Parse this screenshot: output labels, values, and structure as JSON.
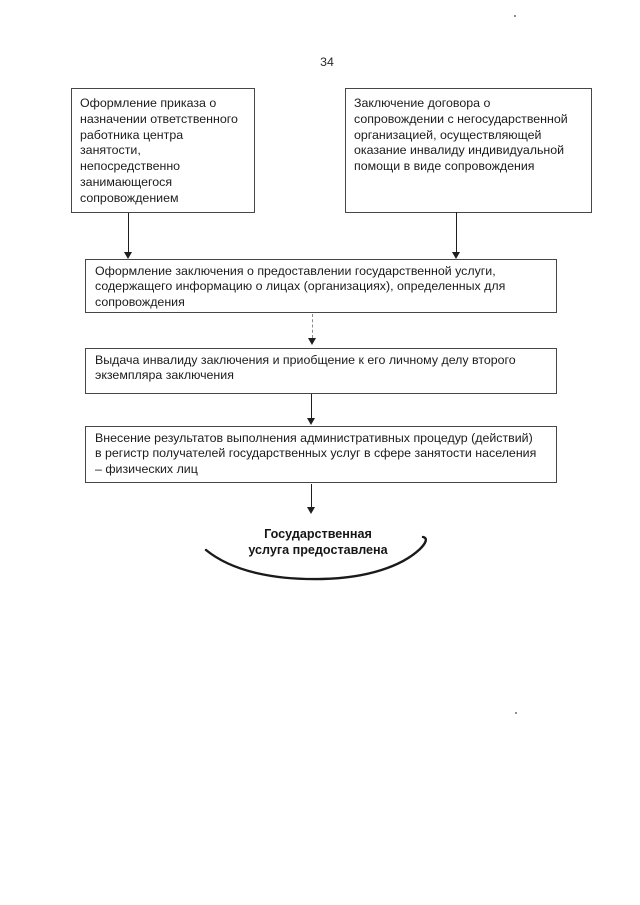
{
  "page": {
    "number": "34"
  },
  "colors": {
    "box_border": "#474747",
    "text": "#1b1b1b",
    "arrow": "#1f1f1f",
    "dashed_arrow": "#8a8a8a"
  },
  "flowchart": {
    "box_order": {
      "lines": [
        "Оформление приказа о",
        "назначении ответственного",
        "работника центра",
        "занятости,",
        "непосредственно",
        "занимающегося",
        "сопровождением"
      ]
    },
    "box_contract": {
      "lines": [
        "Заключение договора о",
        "сопровождении с негосударственной",
        "организацией, осуществляющей",
        "оказание инвалиду индивидуальной",
        "помощи в виде сопровождения"
      ]
    },
    "box_conclusion": {
      "lines": [
        "Оформление заключения о предоставлении государственной услуги,",
        "содержащего информацию о лицах (организациях), определенных для",
        "сопровождения"
      ]
    },
    "box_issue": {
      "lines": [
        "Выдача инвалиду заключения и приобщение к его личному делу второго",
        "экземпляра заключения"
      ]
    },
    "box_register": {
      "lines": [
        "Внесение результатов выполнения административных процедур (действий)",
        "в регистр получателей государственных услуг в сфере занятости населения",
        "– физических лиц"
      ]
    },
    "terminator": {
      "lines": [
        "Государственная",
        "услуга предоставлена"
      ]
    }
  }
}
